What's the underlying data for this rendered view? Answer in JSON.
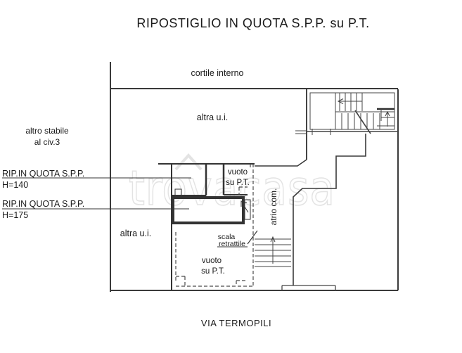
{
  "title": "RIPOSTIGLIO IN QUOTA S.P.P. su P.T.",
  "street_label": "VIA TERMOPILI",
  "watermark": "trovacasa",
  "labels": {
    "courtyard": "cortile interno",
    "other_unit_top": "altra u.i.",
    "other_unit_left": "altra u.i.",
    "other_building_line1": "altro stabile",
    "other_building_line2": "al civ.3",
    "storage1_name": "RIP.IN QUOTA S.P.P.",
    "storage1_height": "H=140",
    "storage2_name": "RIP.IN QUOTA S.P.P.",
    "storage2_height": "H=175",
    "void_top_line1": "vuoto",
    "void_top_line2": "su P.T.",
    "void_bottom_line1": "vuoto",
    "void_bottom_line2": "su P.T.",
    "atrium": "atrio com.",
    "ladder_line1": "scala",
    "ladder_line2": "retrattile"
  },
  "colors": {
    "background": "#ffffff",
    "line": "#444444",
    "thick_wall": "#2e2e2e",
    "text": "#1a1a1a",
    "watermark": "#e3e3e3"
  }
}
